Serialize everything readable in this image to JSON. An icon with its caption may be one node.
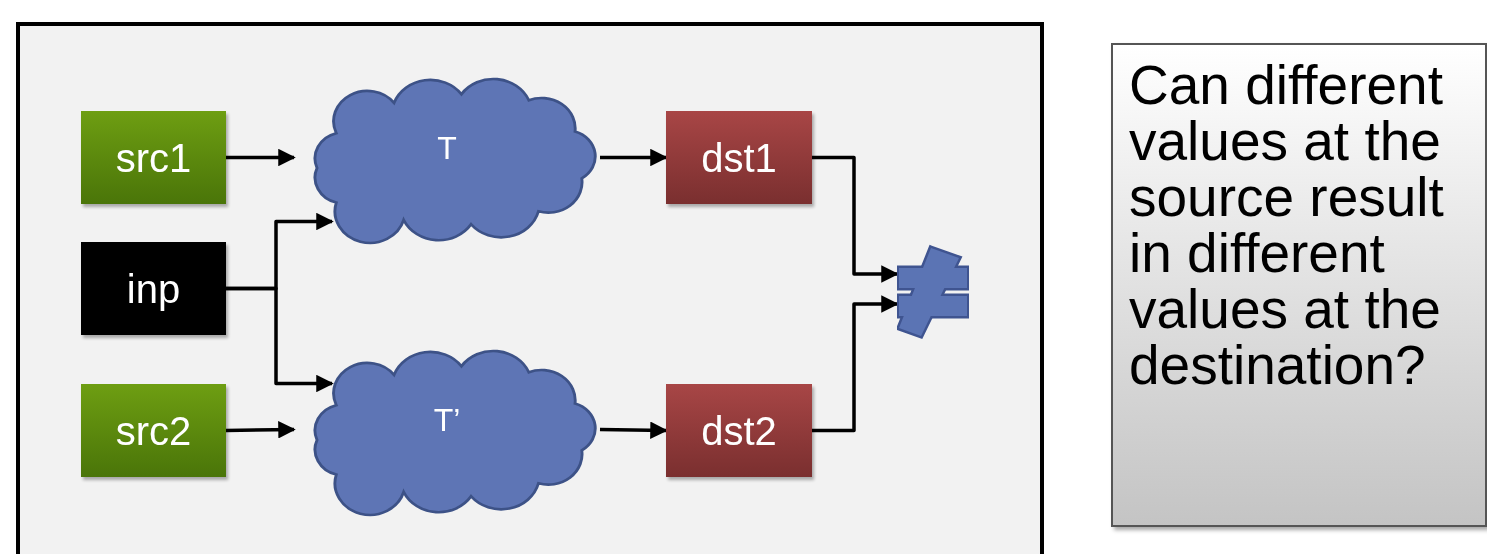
{
  "diagram": {
    "nodes": [
      {
        "text": [],
        "shape": "box"
      },
      {
        "text": [
          "src1"
        ],
        "in": 0
      },
      {
        "text": [
          "T"
        ],
        "in": 0
      },
      {
        "text": [
          "dst1"
        ],
        "in": 0
      },
      {
        "text": [
          "inp"
        ],
        "in": 0
      },
      {
        "text": [
          "src2"
        ],
        "in": 0
      },
      {
        "text": [
          "T’"
        ],
        "in": 0
      },
      {
        "text": [
          "dst2"
        ],
        "in": 0
      },
      {
        "text": [],
        "shape": "picture",
        "in": 0
      },
      {
        "text": [
          "Can different values at the source result in different values at the destination?"
        ]
      }
    ],
    "edges": [
      {
        "from": 1,
        "to": 2,
        "arrow": "to"
      },
      {
        "from": 2,
        "to": 3,
        "arrow": "to"
      },
      {
        "from": 4,
        "to": 2,
        "arrow": "to"
      },
      {
        "from": 4,
        "to": 6,
        "arrow": "to"
      },
      {
        "from": 5,
        "to": 6,
        "arrow": "to"
      },
      {
        "from": 6,
        "to": 7,
        "arrow": "to"
      },
      {
        "from": 3,
        "to": 8,
        "arrow": "to"
      },
      {
        "from": 7,
        "to": 8,
        "arrow": "to"
      }
    ]
  }
}
